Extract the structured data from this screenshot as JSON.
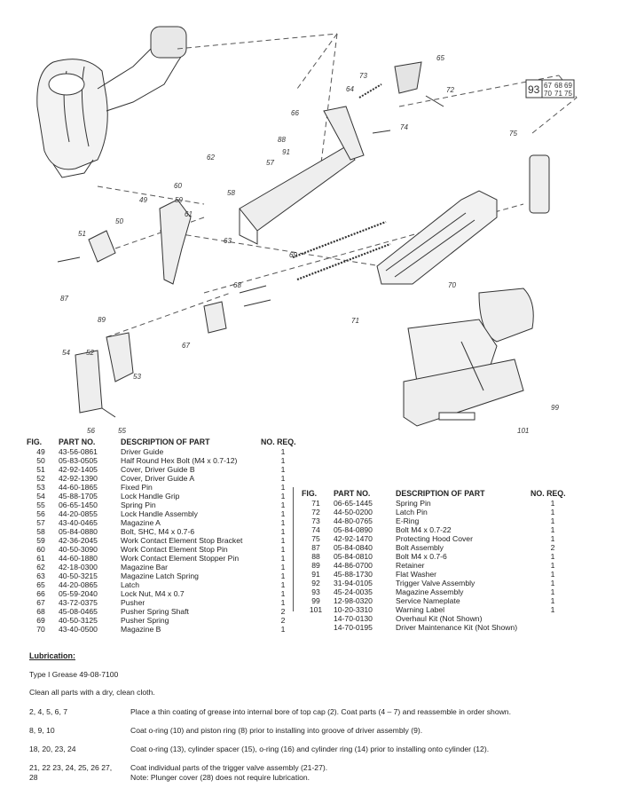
{
  "table_headers": {
    "fig": "FIG.",
    "part": "PART NO.",
    "desc": "DESCRIPTION OF PART",
    "qty": "NO. REQ."
  },
  "parts_left": [
    {
      "fig": "49",
      "part": "43-56-0861",
      "desc": "Driver Guide",
      "qty": "1"
    },
    {
      "fig": "50",
      "part": "05-83-0505",
      "desc": "Half Round Hex Bolt (M4 x 0.7-12)",
      "qty": "1"
    },
    {
      "fig": "51",
      "part": "42-92-1405",
      "desc": "Cover, Driver Guide B",
      "qty": "1"
    },
    {
      "fig": "52",
      "part": "42-92-1390",
      "desc": "Cover, Driver Guide A",
      "qty": "1"
    },
    {
      "fig": "53",
      "part": "44-60-1865",
      "desc": "Fixed Pin",
      "qty": "1"
    },
    {
      "fig": "54",
      "part": "45-88-1705",
      "desc": "Lock Handle Grip",
      "qty": "1"
    },
    {
      "fig": "55",
      "part": "06-65-1450",
      "desc": "Spring Pin",
      "qty": "1"
    },
    {
      "fig": "56",
      "part": "44-20-0855",
      "desc": "Lock Handle Assembly",
      "qty": "1"
    },
    {
      "fig": "57",
      "part": "43-40-0465",
      "desc": "Magazine A",
      "qty": "1"
    },
    {
      "fig": "58",
      "part": "05-84-0880",
      "desc": "Bolt, SHC, M4 x 0.7-6",
      "qty": "1"
    },
    {
      "fig": "59",
      "part": "42-36-2045",
      "desc": "Work Contact Element Stop Bracket",
      "qty": "1"
    },
    {
      "fig": "60",
      "part": "40-50-3090",
      "desc": "Work Contact Element Stop Pin",
      "qty": "1"
    },
    {
      "fig": "61",
      "part": "44-60-1880",
      "desc": "Work Contact Element Stopper Pin",
      "qty": "1"
    },
    {
      "fig": "62",
      "part": "42-18-0300",
      "desc": "Magazine Bar",
      "qty": "1"
    },
    {
      "fig": "63",
      "part": "40-50-3215",
      "desc": "Magazine Latch Spring",
      "qty": "1"
    },
    {
      "fig": "65",
      "part": "44-20-0865",
      "desc": "Latch",
      "qty": "1"
    },
    {
      "fig": "66",
      "part": "05-59-2040",
      "desc": "Lock Nut, M4 x 0.7",
      "qty": "1"
    },
    {
      "fig": "67",
      "part": "43-72-0375",
      "desc": "Pusher",
      "qty": "1"
    },
    {
      "fig": "68",
      "part": "45-08-0465",
      "desc": "Pusher Spring Shaft",
      "qty": "2"
    },
    {
      "fig": "69",
      "part": "40-50-3125",
      "desc": "Pusher Spring",
      "qty": "2"
    },
    {
      "fig": "70",
      "part": "43-40-0500",
      "desc": "Magazine B",
      "qty": "1"
    }
  ],
  "parts_right": [
    {
      "fig": "71",
      "part": "06-65-1445",
      "desc": "Spring Pin",
      "qty": "1"
    },
    {
      "fig": "72",
      "part": "44-50-0200",
      "desc": "Latch Pin",
      "qty": "1"
    },
    {
      "fig": "73",
      "part": "44-80-0765",
      "desc": "E-Ring",
      "qty": "1"
    },
    {
      "fig": "74",
      "part": "05-84-0890",
      "desc": "Bolt M4 x 0.7-22",
      "qty": "1"
    },
    {
      "fig": "75",
      "part": "42-92-1470",
      "desc": "Protecting Hood Cover",
      "qty": "1"
    },
    {
      "fig": "87",
      "part": "05-84-0840",
      "desc": "Bolt Assembly",
      "qty": "2"
    },
    {
      "fig": "88",
      "part": "05-84-0810",
      "desc": "Bolt M4 x 0.7-6",
      "qty": "1"
    },
    {
      "fig": "89",
      "part": "44-86-0700",
      "desc": "Retainer",
      "qty": "1"
    },
    {
      "fig": "91",
      "part": "45-88-1730",
      "desc": "Flat Washer",
      "qty": "1"
    },
    {
      "fig": "92",
      "part": "31-94-0105",
      "desc": "Trigger Valve Assembly",
      "qty": "1"
    },
    {
      "fig": "93",
      "part": "45-24-0035",
      "desc": "Magazine Assembly",
      "qty": "1"
    },
    {
      "fig": "99",
      "part": "12-98-0320",
      "desc": "Service Nameplate",
      "qty": "1"
    },
    {
      "fig": "101",
      "part": "10-20-3310",
      "desc": "Warning Label",
      "qty": "1"
    },
    {
      "fig": "",
      "part": "14-70-0130",
      "desc": "Overhaul Kit  (Not Shown)",
      "qty": ""
    },
    {
      "fig": "",
      "part": "14-70-0195",
      "desc": "Driver Maintenance Kit  (Not Shown)",
      "qty": ""
    }
  ],
  "lubrication": {
    "title": "Lubrication:",
    "grease": "Type I Grease 49-08-7100",
    "clean": "Clean all parts with a dry, clean cloth.",
    "items": [
      {
        "refs": "2, 4, 5, 6, 7",
        "text": "Place a thin coating of grease into internal bore of top cap (2). Coat parts (4 – 7) and reassemble in order shown."
      },
      {
        "refs": "8, 9, 10",
        "text": "Coat o-ring (10) and piston ring (8) prior to installing into groove of driver assembly (9)."
      },
      {
        "refs": "18, 20, 23, 24",
        "text": "Coat o-ring (13), cylinder spacer (15), o-ring (16) and cylinder ring (14) prior to installing onto cylinder (12)."
      },
      {
        "refs": "21, 22 23, 24, 25, 26 27,",
        "text": "Coat individual parts of the trigger valve assembly (21-27)."
      },
      {
        "refs": "28",
        "text": "Note: Plunger cover (28) does not require lubrication."
      }
    ]
  },
  "diagram": {
    "callouts": [
      "49",
      "50",
      "51",
      "52",
      "53",
      "54",
      "55",
      "56",
      "57",
      "58",
      "59",
      "60",
      "61",
      "62",
      "63",
      "64",
      "65",
      "66",
      "67",
      "68",
      "69",
      "70",
      "71",
      "72",
      "73",
      "74",
      "75",
      "87",
      "88",
      "89",
      "91",
      "99",
      "101"
    ],
    "box_main": "93",
    "box_cells": [
      "67",
      "68",
      "69",
      "70",
      "71",
      "75"
    ]
  }
}
